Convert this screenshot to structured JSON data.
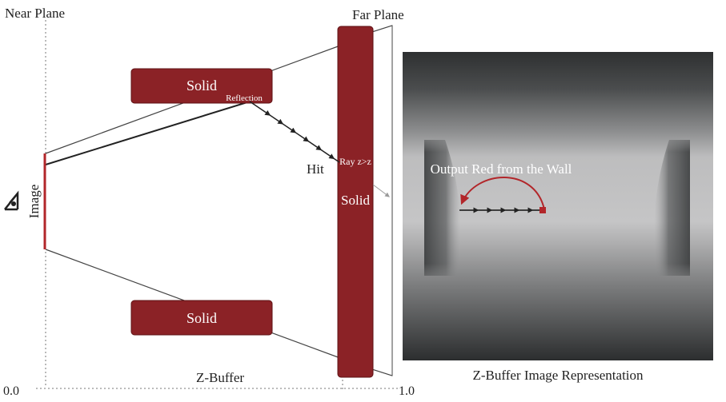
{
  "labels": {
    "near_plane": "Near Plane",
    "far_plane": "Far Plane",
    "image": "Image",
    "solid_top": "Solid",
    "solid_bottom": "Solid",
    "solid_wall": "Solid",
    "reflection": "Reflection",
    "hit": "Hit",
    "ray": "Ray z>z",
    "output": "Output Red from the Wall",
    "zbuffer": "Z-Buffer",
    "zbuffer_caption": "Z-Buffer Image Representation",
    "axis_start": "0.0",
    "axis_end": "1.0"
  },
  "colors": {
    "solid": "#8b2226",
    "solid_border": "#5e1114",
    "line": "#333333",
    "output_arc": "#b2262a",
    "text_light": "#ffffff"
  },
  "icons": {
    "eye": "eye-icon"
  }
}
